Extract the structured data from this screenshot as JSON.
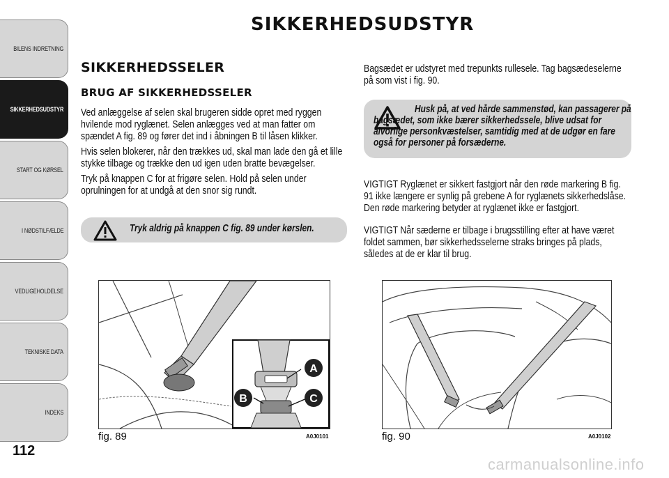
{
  "tabs": [
    {
      "label": "BILENS INDRETNING",
      "active": false
    },
    {
      "label": "SIKKERHEDSUDSTYR",
      "active": true
    },
    {
      "label": "START OG KØRSEL",
      "active": false
    },
    {
      "label": "I NØDSTILFÆLDE",
      "active": false
    },
    {
      "label": "VEDLIGEHOLDELSE",
      "active": false
    },
    {
      "label": "TEKNISKE DATA",
      "active": false
    },
    {
      "label": "INDEKS",
      "active": false
    }
  ],
  "page_number": "112",
  "main_title": "SIKKERHEDSUDSTYR",
  "section_title": "SIKKERHEDSSELER",
  "subsection_title": "BRUG AF SIKKERHEDSSELER",
  "left_paragraphs": [
    "Ved anlæggelse af selen skal brugeren sidde opret med ryggen hvilende mod ryglænet. Selen anlægges ved at man fatter om spændet A fig. 89 og fører det ind i åbningen B til låsen klikker.",
    "Hvis selen blokerer, når den trækkes ud, skal man lade den gå et lille stykke tilbage og trække den ud igen uden bratte bevægelser.",
    "Tryk på knappen C for at frigøre selen. Hold på selen under oprulningen for at undgå at den snor sig rundt."
  ],
  "warning_left": "Tryk aldrig på knappen C fig. 89 under kørslen.",
  "right_paragraph_1": "Bagsædet er udstyret med trepunkts rullesele. Tag bagsædeselerne på som vist i fig. 90.",
  "warning_right": "Husk på, at ved hårde sammenstød, kan passagerer på bagsædet, som ikke bærer sikkerhedssele, blive udsat for alvorlige personkvæstelser, samtidig med at de udgør en fare også for personer på forsæderne.",
  "right_paragraph_2": "VIGTIGT Ryglænet er sikkert fastgjort når den røde markering B fig. 91 ikke længere er synlig på grebene A for ryglænets sikkerhedslåse. Den røde markering betyder at ryglænet ikke er fastgjort.",
  "right_paragraph_3": "VIGTIGT Når sæderne er tilbage i brugsstilling efter at have været foldet sammen, bør sikkerhedsselerne straks bringes på plads, således at de er klar til brug.",
  "figure_89": {
    "caption": "fig. 89",
    "code": "A0J0101",
    "labels": {
      "a": "A",
      "b": "B",
      "c": "C"
    }
  },
  "figure_90": {
    "caption": "fig. 90",
    "code": "A0J0102"
  },
  "footer": "carmanualsonline.info",
  "colors": {
    "tab_bg": "#d6d6d6",
    "tab_active": "#1a1a1a",
    "warning_bg": "#d4d4d4",
    "label_circle": "#222222"
  },
  "icons": {
    "warning": "warning-triangle-icon"
  }
}
